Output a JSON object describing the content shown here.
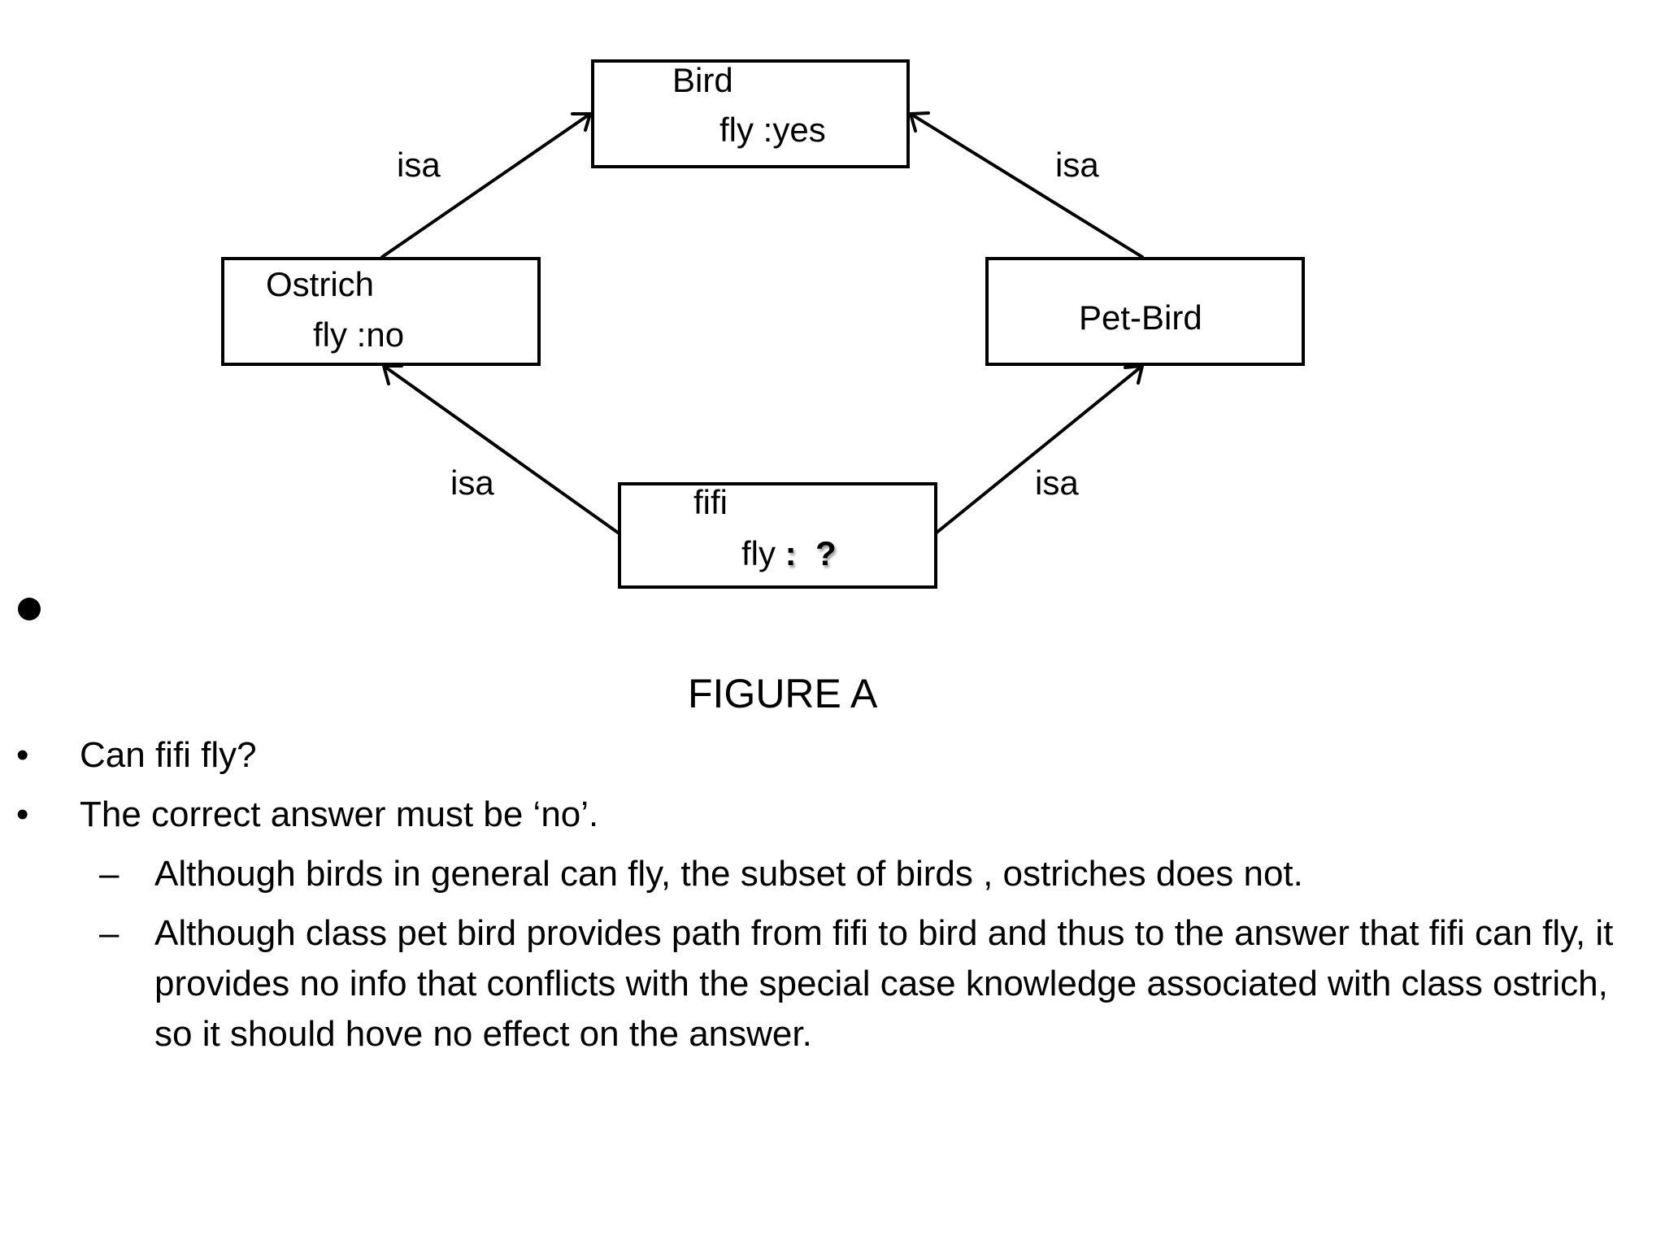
{
  "nodes": {
    "bird": {
      "name": "Bird",
      "attr": "fly :yes"
    },
    "ostrich": {
      "name": "Ostrich",
      "attr": "fly :no"
    },
    "petbird": {
      "name": "Pet-Bird"
    },
    "fifi": {
      "name": "fifi",
      "attr_prefix": "fly",
      "attr_colon": ":",
      "attr_value": "?"
    }
  },
  "edges": [
    {
      "from": "Ostrich",
      "to": "Bird",
      "label": "isa"
    },
    {
      "from": "Pet-Bird",
      "to": "Bird",
      "label": "isa"
    },
    {
      "from": "fifi",
      "to": "Ostrich",
      "label": "isa"
    },
    {
      "from": "fifi",
      "to": "Pet-Bird",
      "label": "isa"
    }
  ],
  "caption": "FIGURE A",
  "bullets": [
    {
      "marker": "•",
      "text": "Can fifi fly?"
    },
    {
      "marker": "•",
      "text": "The correct answer must be ‘no’."
    }
  ],
  "sub_bullets": [
    {
      "marker": "–",
      "text": "Although birds in general can fly, the subset of birds , ostriches does not."
    },
    {
      "marker": "–",
      "text": "Although class  pet bird provides path from fifi to bird and thus to the answer that fifi can fly, it provides no info that conflicts with the special case knowledge associated with class ostrich, so it should hove no effect on the answer."
    }
  ]
}
